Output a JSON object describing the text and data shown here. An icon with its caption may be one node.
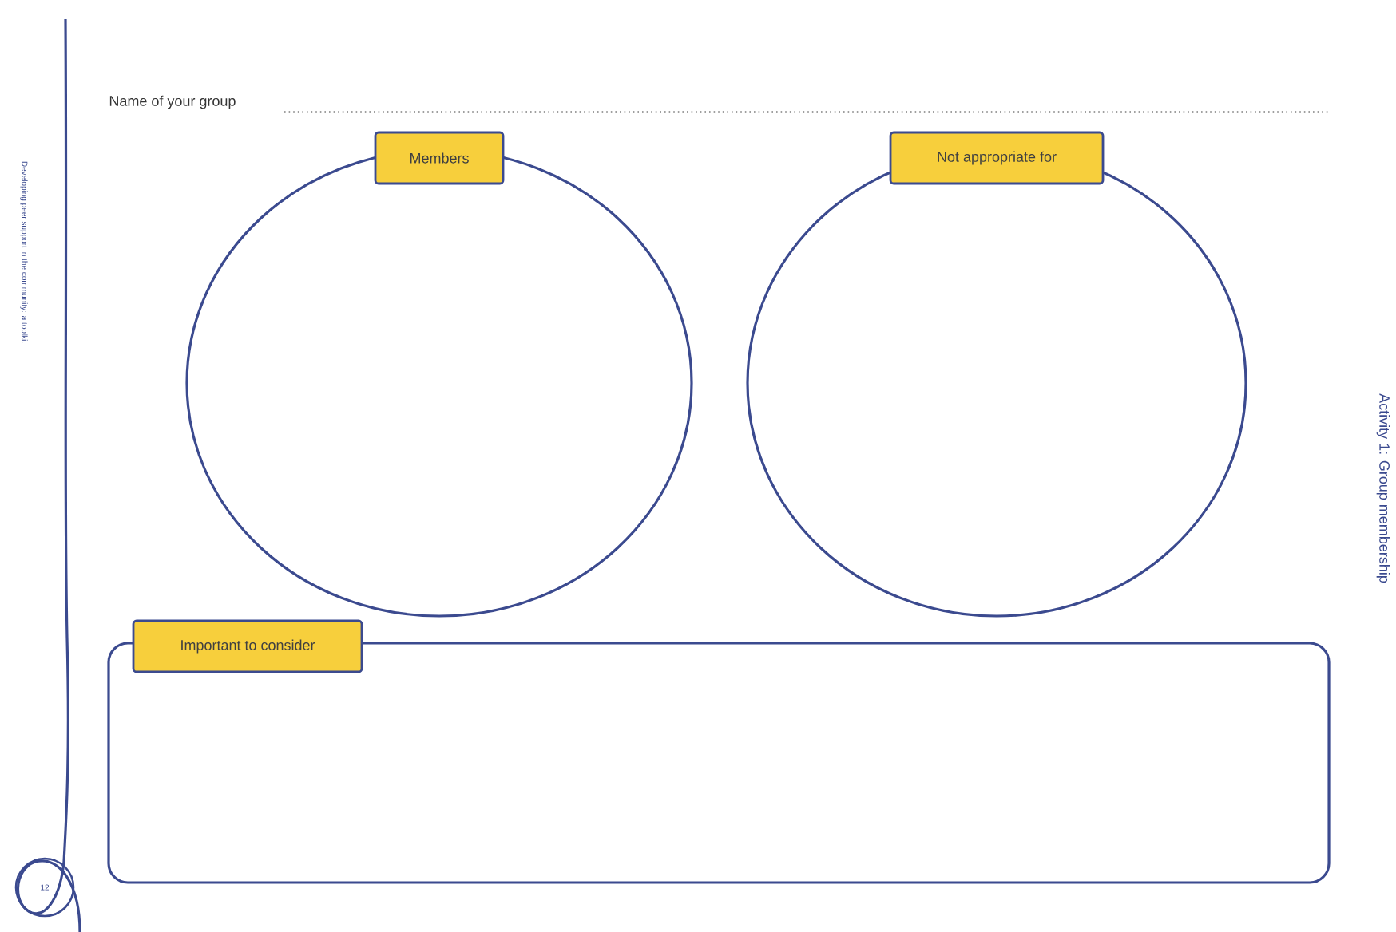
{
  "diagram": {
    "nodes": [
      {
        "text": [
          "Members"
        ]
      },
      {
        "text": [
          "Not appropriate for"
        ]
      },
      {
        "text": [
          "Important to consider"
        ]
      },
      {
        "text": [
          "12"
        ]
      }
    ],
    "edges": [],
    "labels": [
      "Developing peer support in the community: a toolkit",
      "Name of your group",
      "Activity 1: Group membership"
    ]
  }
}
